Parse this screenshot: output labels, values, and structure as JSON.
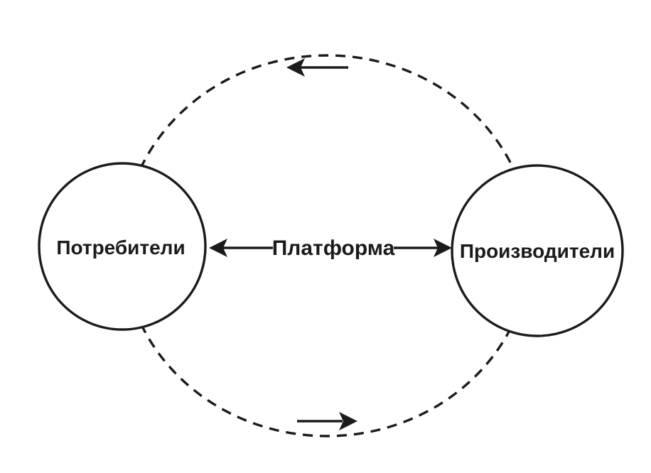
{
  "diagram": {
    "platform": {
      "label": "Платформа"
    },
    "consumers": {
      "label": "Потребители"
    },
    "producers": {
      "label": "Производители"
    },
    "colors": {
      "line": "#1b1b1b",
      "node_fill": "#ffffff",
      "background": "#ffffff"
    }
  }
}
